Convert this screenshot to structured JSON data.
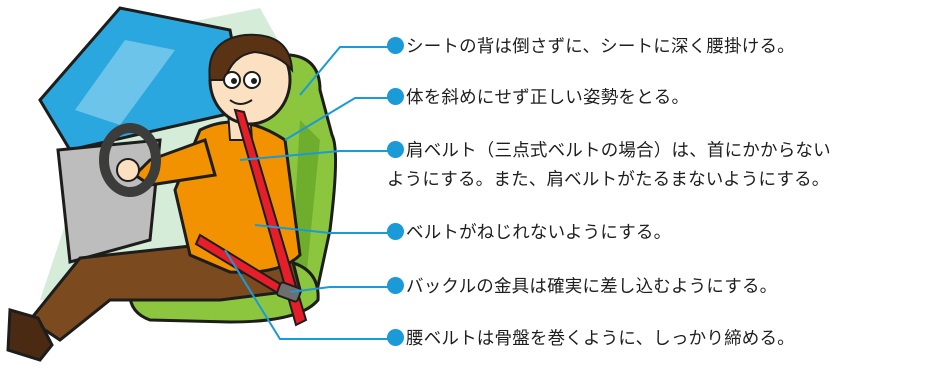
{
  "colors": {
    "leader": "#1a9ad6",
    "dot": "#1a9ad6",
    "seat": "#8cc63e",
    "seat_dark": "#5e9a22",
    "shirt": "#f39200",
    "pants": "#7b4a1e",
    "belt": "#e61e2a",
    "window": "#29a7de",
    "car_bg": "#d5ecd8",
    "skin": "#fbe0c2",
    "hair": "#5a3214"
  },
  "callouts": [
    {
      "text": "シートの背は倒さずに、シートに深く腰掛ける。",
      "icon": "dot-icon"
    },
    {
      "text": "体を斜めにせず正しい姿勢をとる。",
      "icon": "dot-icon"
    },
    {
      "text": "肩ベルト（三点式ベルトの場合）は、首にかからない\nようにする。また、肩ベルトがたるまないようにする。",
      "icon": "dot-icon"
    },
    {
      "text": "ベルトがねじれないようにする。",
      "icon": "dot-icon"
    },
    {
      "text": "バックルの金具は確実に差し込むようにする。",
      "icon": "dot-icon"
    },
    {
      "text": "腰ベルトは骨盤を巻くように、しっかり締める。",
      "icon": "dot-icon"
    }
  ]
}
